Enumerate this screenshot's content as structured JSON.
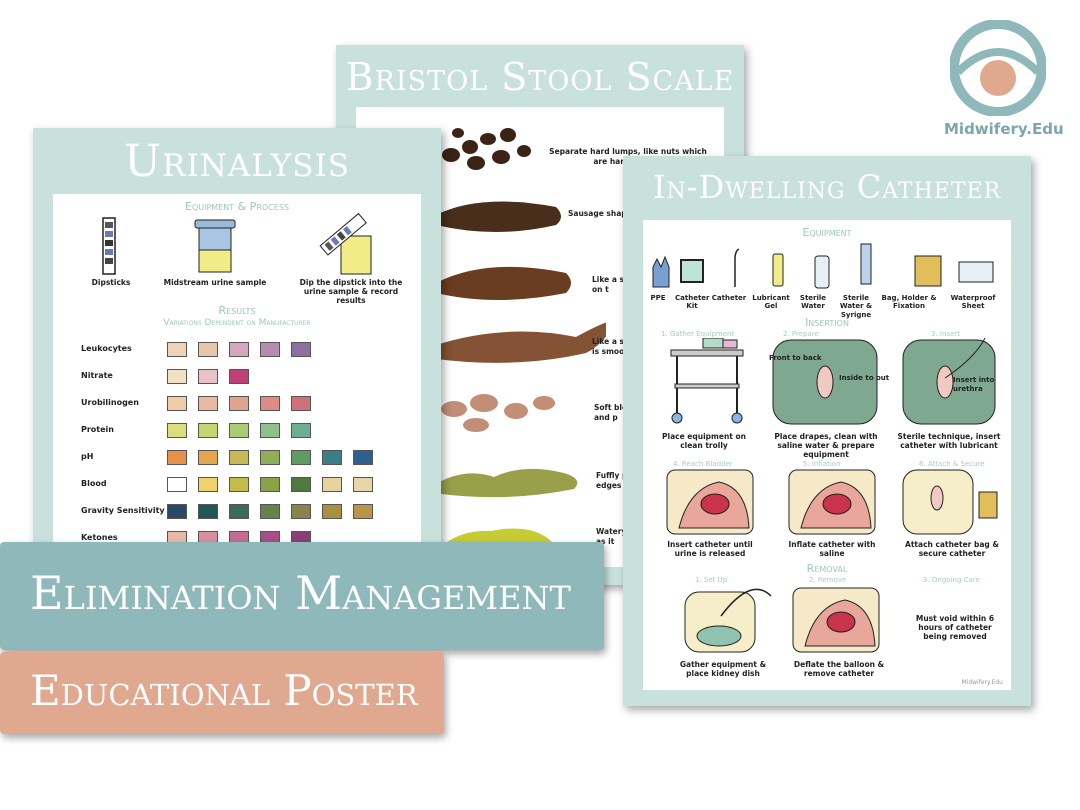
{
  "brand": {
    "name": "Midwifery.Edu",
    "colors": {
      "teal": "#8fb8bb",
      "peach": "#e0a98f"
    }
  },
  "stool": {
    "title": "Bristol Stool Scale",
    "types": [
      "Separate hard lumps, like nuts which are hard to pass",
      "Sausage shap",
      "Like a sausag on t",
      "Like a sausag is smoo",
      "Soft blobs w and p",
      "Fuffly peic edges",
      "Watery pieces as it"
    ]
  },
  "urinalysis": {
    "title": "Urinalysis",
    "equipment_heading": "Equipment & Process",
    "equipment": [
      "Dipsticks",
      "Midstream urine sample",
      "Dip the dipstick into the urine sample & record results"
    ],
    "results_heading": "Results",
    "results_sub": "Variations Dependent on Manufacturer",
    "rows": [
      {
        "name": "Leukocytes",
        "colors": [
          "#efd4b8",
          "#e7c7a8",
          "#d6a7bf",
          "#b88bb1",
          "#8f6f9f"
        ]
      },
      {
        "name": "Nitrate",
        "colors": [
          "#f2e1c3",
          "#e7c3c6",
          "#c0407a"
        ]
      },
      {
        "name": "Urobilinogen",
        "colors": [
          "#f2cba8",
          "#eab9a3",
          "#e0a291",
          "#dd8b85",
          "#d0707a"
        ]
      },
      {
        "name": "Protein",
        "colors": [
          "#d9e07b",
          "#c4d66f",
          "#a9cc75",
          "#90c18a",
          "#6fae93"
        ]
      },
      {
        "name": "pH",
        "colors": [
          "#e88f4a",
          "#e4a450",
          "#c7b956",
          "#8fae57",
          "#5e9c62",
          "#3a7f86",
          "#2f5f8f"
        ]
      },
      {
        "name": "Blood",
        "colors": [
          "#ffffff",
          "#f0d16c",
          "#c3bb4a",
          "#8aa148",
          "#4f7a3f",
          "#e6d3a0",
          "#e7d5a8"
        ]
      },
      {
        "name": "Gravity Sensitivity",
        "colors": [
          "#2b4b63",
          "#1f5656",
          "#3c6a5c",
          "#6b7f4f",
          "#87844d",
          "#a7913f",
          "#b7964b"
        ]
      },
      {
        "name": "Ketones",
        "colors": [
          "#e9b9a8",
          "#d98fa0",
          "#c46d93",
          "#a84f86",
          "#8b3f77"
        ]
      }
    ]
  },
  "catheter": {
    "title": "In-Dwelling Catheter",
    "equipment_heading": "Equipment",
    "equipment": [
      "PPE",
      "Catheter Kit",
      "Catheter",
      "Lubricant Gel",
      "Sterile Water",
      "Sterile Water & Syrigne",
      "Bag, Holder & Fixation",
      "Waterproof Sheet"
    ],
    "insertion_heading": "Insertion",
    "insertion_steps": [
      {
        "title": "1. Gather Equipment",
        "desc": "Place equipment on clean trolly"
      },
      {
        "title": "2. Prepare",
        "desc": "Place drapes, clean with saline water & prepare equipment"
      },
      {
        "title": "3. Insert",
        "desc": "Sterile technique, insert catheter with lubricant"
      },
      {
        "title": "4. Reach Bladder",
        "desc": "Insert catheter until urine is released"
      },
      {
        "title": "5. Inflation",
        "desc": "Inflate catheter with saline"
      },
      {
        "title": "6. Attach & Secure",
        "desc": "Attach catheter bag & secure catheter"
      }
    ],
    "prepare_notes": [
      "Front to back",
      "Inside to out"
    ],
    "insert_note": "Insert into urethra",
    "removal_heading": "Removal",
    "removal_steps": [
      {
        "title": "1. Set Up",
        "desc": "Gather equipment & place kidney dish"
      },
      {
        "title": "2. Remove",
        "desc": "Deflate the balloon & remove catheter"
      },
      {
        "title": "3. Ongoing Care",
        "desc": "Must void within 6 hours of catheter being removed"
      }
    ]
  },
  "banner": {
    "line1": "Elimination Management",
    "line2": "Educational Poster"
  }
}
